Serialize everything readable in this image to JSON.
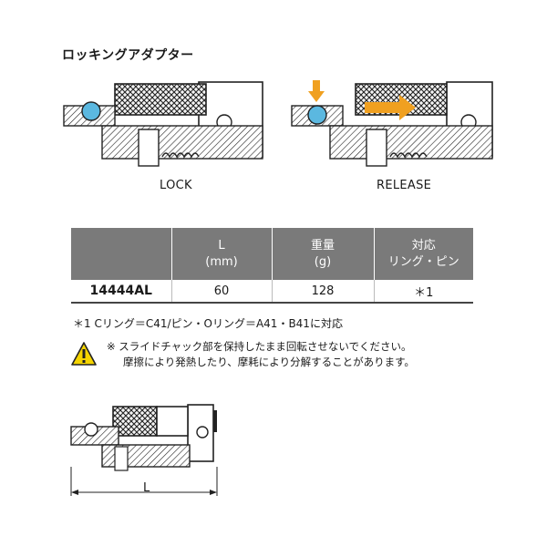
{
  "title": "ロッキングアダプター",
  "diagram_lock": {
    "caption": "LOCK"
  },
  "diagram_release": {
    "caption": "RELEASE"
  },
  "spec_table": {
    "headers": [
      {
        "line1": "",
        "line2": ""
      },
      {
        "line1": "L",
        "line2": "(mm)"
      },
      {
        "line1": "重量",
        "line2": "(g)"
      },
      {
        "line1": "対応",
        "line2": "リング・ピン"
      }
    ],
    "row": {
      "model": "14444AL",
      "length": "60",
      "weight": "128",
      "compat": "＊1"
    }
  },
  "footnote": "＊1 Cリング＝C41/ピン・Oリング＝A41・B41に対応",
  "warning": {
    "line1": "※ スライドチャック部を保持したまま回転させないでください。",
    "line2": "摩擦により発熱したり、摩耗により分解することがあります。"
  },
  "dimension_diagram": {
    "label": "L"
  },
  "colors": {
    "ball": "#5bb8e0",
    "arrow": "#f0a020",
    "header": "#7a7a7a",
    "warning_yellow": "#f5d400"
  }
}
